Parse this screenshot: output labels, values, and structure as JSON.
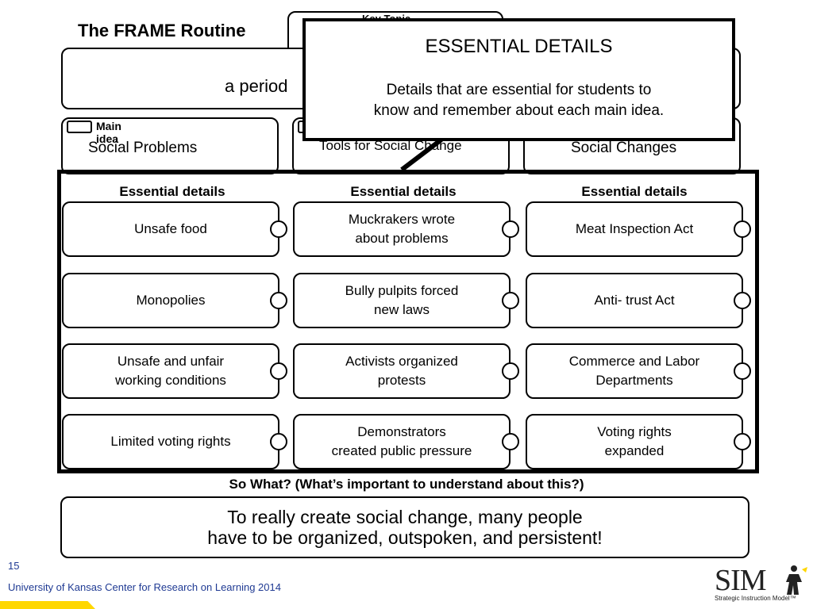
{
  "title": "The FRAME Routine",
  "key_topic_partial": "Key Topic",
  "topic_partial": "a period",
  "main_idea_label": "Main idea",
  "main_ideas": [
    "Social Problems",
    "Tools for Social Change",
    "Social Changes"
  ],
  "essential_details_heading": "Essential details",
  "rows": [
    [
      "Unsafe food",
      "Muckrakers wrote\nabout problems",
      "Meat Inspection Act"
    ],
    [
      "Monopolies",
      "Bully pulpits forced\nnew laws",
      "Anti- trust Act"
    ],
    [
      "Unsafe and unfair\nworking conditions",
      "Activists organized\nprotests",
      "Commerce and Labor\nDepartments"
    ],
    [
      "Limited voting rights",
      "Demonstrators\ncreated public pressure",
      "Voting rights\nexpanded"
    ]
  ],
  "popup": {
    "heading": "ESSENTIAL DETAILS",
    "description": "Details that are essential for students to\nknow and remember about each main idea."
  },
  "so_what": {
    "question": "So What? (What’s important to understand about this?)",
    "answer": "To really create social change, many people\nhave to be organized, outspoken, and persistent!"
  },
  "page_number": "15",
  "footer": "University of Kansas Center for Research on Learning  2014",
  "logo": {
    "mark": "SIM",
    "tagline": "Strategic Instruction Model™"
  },
  "colors": {
    "accent_yellow": "#ffd700",
    "footer_blue": "#1f3a93"
  }
}
